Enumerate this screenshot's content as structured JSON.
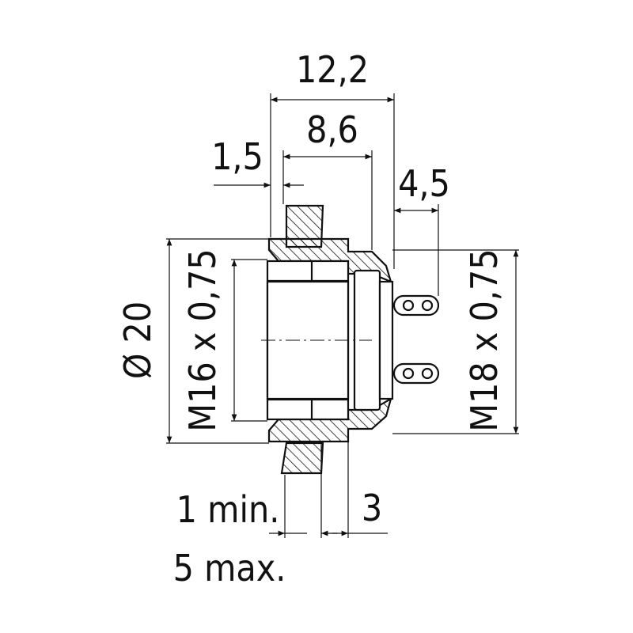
{
  "dimensions": {
    "overall_depth": "12,2",
    "body_depth": "8,6",
    "flange": "1,5",
    "pin_offset": "4,5",
    "diameter": "Ø 20",
    "front_thread": "M16 x 0,75",
    "rear_thread": "M18 x 0,75",
    "panel_min": "1 min.",
    "panel_max": "5 max.",
    "nut_thickness": "3"
  },
  "colors": {
    "line": "#111111",
    "background": "#ffffff"
  }
}
